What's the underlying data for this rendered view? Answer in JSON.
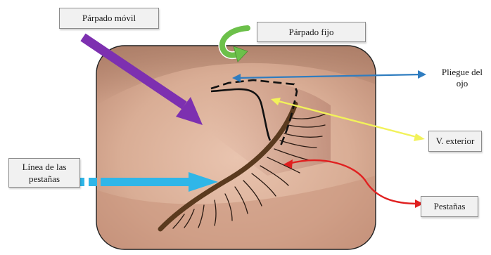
{
  "labels": {
    "parpado_movil": "Párpado móvil",
    "parpado_fijo": "Párpado fijo",
    "pliegue_line1": "Pliegue del",
    "pliegue_line2": "ojo",
    "v_exterior": "V. exterior",
    "pestanas": "Pestañas",
    "linea_line1": "Línea de las",
    "linea_line2": "pestañas"
  },
  "colors": {
    "purple_arrow": "#7d30b0",
    "green_curve": "#6cc04a",
    "blue_arrow": "#2f7dc0",
    "yellow_arrow": "#f2f25a",
    "red_arrow": "#e02020",
    "cyan_arrow": "#2fb6e8",
    "eyelid_contour": "#5a3a1e",
    "skin": "#d8ab93"
  }
}
